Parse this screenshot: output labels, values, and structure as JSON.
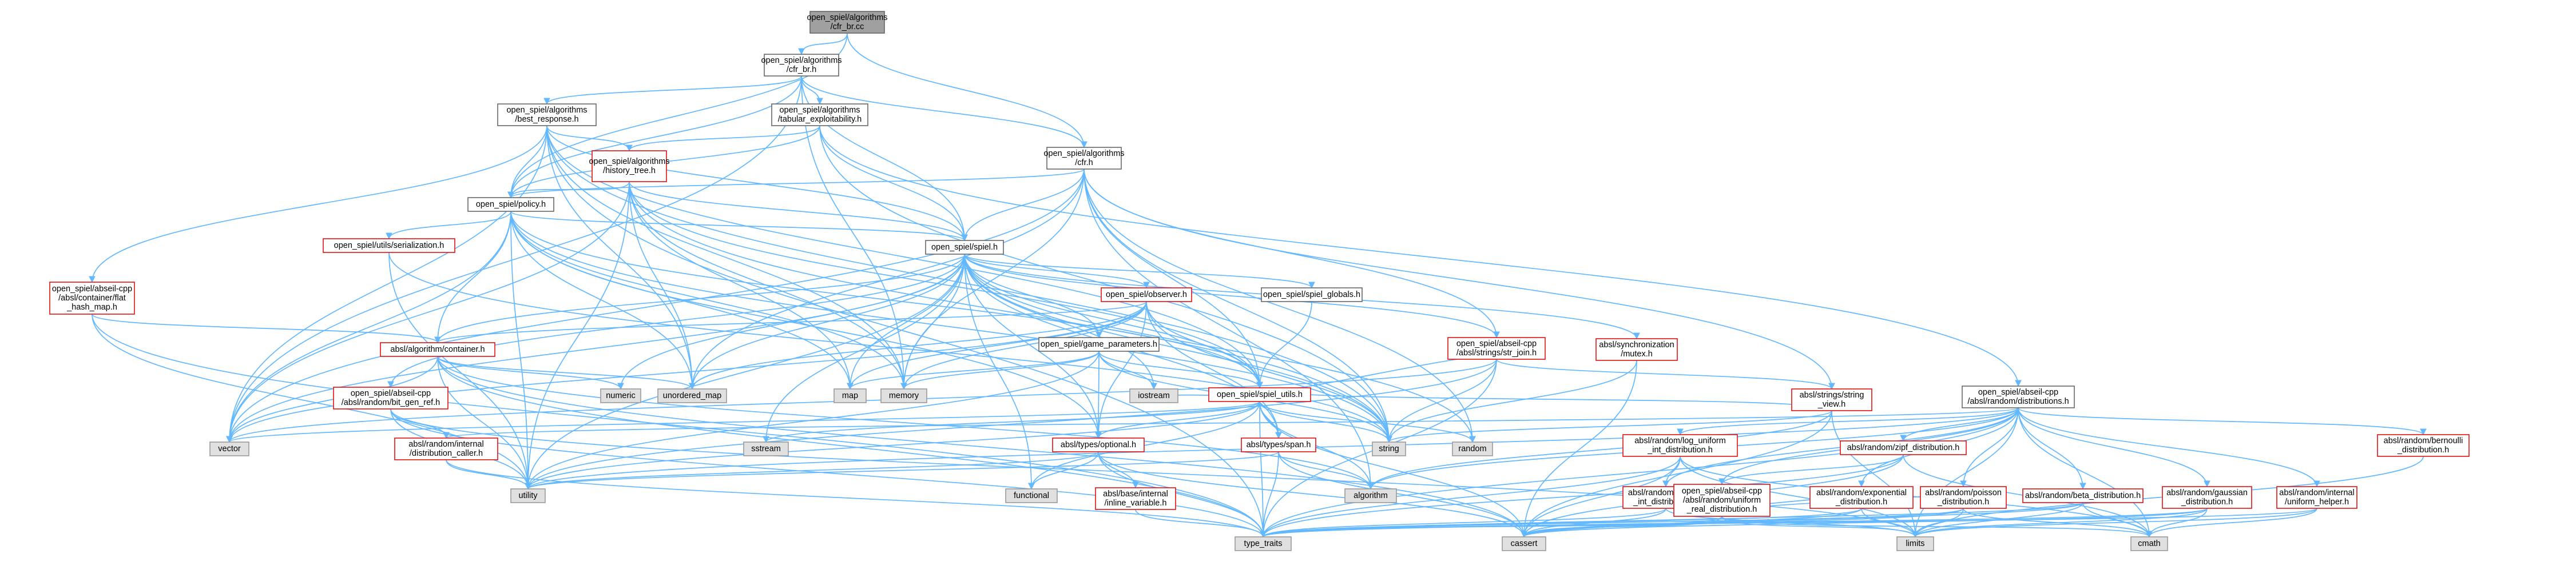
{
  "colors": {
    "edge": "#63b8ff",
    "std_fill": "#e0e0e0",
    "red_border": "#e01010",
    "root_fill": "#a0a0a0"
  },
  "nodes": [
    {
      "id": "root",
      "lines": [
        "open_spiel/algorithms",
        "/cfr_br.cc"
      ],
      "kind": "root"
    },
    {
      "id": "cfr_br_h",
      "lines": [
        "open_spiel/algorithms",
        "/cfr_br.h"
      ],
      "kind": "black"
    },
    {
      "id": "best_response",
      "lines": [
        "open_spiel/algorithms",
        "/best_response.h"
      ],
      "kind": "black"
    },
    {
      "id": "tabular_exploit",
      "lines": [
        "open_spiel/algorithms",
        "/tabular_exploitability.h"
      ],
      "kind": "black"
    },
    {
      "id": "cfr_h",
      "lines": [
        "open_spiel/algorithms",
        "/cfr.h"
      ],
      "kind": "black"
    },
    {
      "id": "history_tree",
      "lines": [
        "open_spiel/algorithms",
        "/history_tree.h"
      ],
      "kind": "red"
    },
    {
      "id": "policy",
      "lines": [
        "open_spiel/policy.h"
      ],
      "kind": "black"
    },
    {
      "id": "spiel_h",
      "lines": [
        "open_spiel/spiel.h"
      ],
      "kind": "black"
    },
    {
      "id": "serialization",
      "lines": [
        "open_spiel/utils/serialization.h"
      ],
      "kind": "red"
    },
    {
      "id": "flat_hash_map",
      "lines": [
        "open_spiel/abseil-cpp",
        "/absl/container/flat",
        "_hash_map.h"
      ],
      "kind": "red"
    },
    {
      "id": "observer",
      "lines": [
        "open_spiel/observer.h"
      ],
      "kind": "red"
    },
    {
      "id": "spiel_globals",
      "lines": [
        "open_spiel/spiel_globals.h"
      ],
      "kind": "black"
    },
    {
      "id": "game_parameters",
      "lines": [
        "open_spiel/game_parameters.h"
      ],
      "kind": "black"
    },
    {
      "id": "algo_container",
      "lines": [
        "absl/algorithm/container.h"
      ],
      "kind": "red"
    },
    {
      "id": "str_join",
      "lines": [
        "open_spiel/abseil-cpp",
        "/absl/strings/str_join.h"
      ],
      "kind": "red"
    },
    {
      "id": "sync_mutex",
      "lines": [
        "absl/synchronization",
        "/mutex.h"
      ],
      "kind": "red"
    },
    {
      "id": "spiel_utils",
      "lines": [
        "open_spiel/spiel_utils.h"
      ],
      "kind": "red"
    },
    {
      "id": "bit_gen_ref",
      "lines": [
        "open_spiel/abseil-cpp",
        "/absl/random/bit_gen_ref.h"
      ],
      "kind": "red"
    },
    {
      "id": "string_view",
      "lines": [
        "absl/strings/string",
        "_view.h"
      ],
      "kind": "red"
    },
    {
      "id": "distributions",
      "lines": [
        "open_spiel/abseil-cpp",
        "/absl/random/distributions.h"
      ],
      "kind": "black"
    },
    {
      "id": "distribution_caller",
      "lines": [
        "absl/random/internal",
        "/distribution_caller.h"
      ],
      "kind": "red"
    },
    {
      "id": "types_optional",
      "lines": [
        "absl/types/optional.h"
      ],
      "kind": "red"
    },
    {
      "id": "types_span",
      "lines": [
        "absl/types/span.h"
      ],
      "kind": "red"
    },
    {
      "id": "inline_variable",
      "lines": [
        "absl/base/internal",
        "/inline_variable.h"
      ],
      "kind": "red"
    },
    {
      "id": "log_uniform",
      "lines": [
        "absl/random/log_uniform",
        "_int_distribution.h"
      ],
      "kind": "red"
    },
    {
      "id": "uniform_int",
      "lines": [
        "absl/random/uniform",
        "_int_distribution.h"
      ],
      "kind": "red"
    },
    {
      "id": "zipf",
      "lines": [
        "absl/random/zipf_distribution.h"
      ],
      "kind": "red"
    },
    {
      "id": "uniform_real",
      "lines": [
        "open_spiel/abseil-cpp",
        "/absl/random/uniform",
        "_real_distribution.h"
      ],
      "kind": "red"
    },
    {
      "id": "exponential",
      "lines": [
        "absl/random/exponential",
        "_distribution.h"
      ],
      "kind": "red"
    },
    {
      "id": "poisson",
      "lines": [
        "absl/random/poisson",
        "_distribution.h"
      ],
      "kind": "red"
    },
    {
      "id": "beta",
      "lines": [
        "absl/random/beta_distribution.h"
      ],
      "kind": "red"
    },
    {
      "id": "gaussian",
      "lines": [
        "absl/random/gaussian",
        "_distribution.h"
      ],
      "kind": "red"
    },
    {
      "id": "uniform_helper",
      "lines": [
        "absl/random/internal",
        "/uniform_helper.h"
      ],
      "kind": "red"
    },
    {
      "id": "bernoulli",
      "lines": [
        "absl/random/bernoulli",
        "_distribution.h"
      ],
      "kind": "red"
    },
    {
      "id": "numeric",
      "lines": [
        "numeric"
      ],
      "kind": "std"
    },
    {
      "id": "unordered_map",
      "lines": [
        "unordered_map"
      ],
      "kind": "std"
    },
    {
      "id": "map",
      "lines": [
        "map"
      ],
      "kind": "std"
    },
    {
      "id": "memory",
      "lines": [
        "memory"
      ],
      "kind": "std"
    },
    {
      "id": "iostream",
      "lines": [
        "iostream"
      ],
      "kind": "std"
    },
    {
      "id": "vector",
      "lines": [
        "vector"
      ],
      "kind": "std"
    },
    {
      "id": "sstream",
      "lines": [
        "sstream"
      ],
      "kind": "std"
    },
    {
      "id": "string",
      "lines": [
        "string"
      ],
      "kind": "std"
    },
    {
      "id": "random",
      "lines": [
        "random"
      ],
      "kind": "std"
    },
    {
      "id": "utility",
      "lines": [
        "utility"
      ],
      "kind": "std"
    },
    {
      "id": "functional",
      "lines": [
        "functional"
      ],
      "kind": "std"
    },
    {
      "id": "algorithm",
      "lines": [
        "algorithm"
      ],
      "kind": "std"
    },
    {
      "id": "type_traits",
      "lines": [
        "type_traits"
      ],
      "kind": "std"
    },
    {
      "id": "cassert",
      "lines": [
        "cassert"
      ],
      "kind": "std"
    },
    {
      "id": "limits",
      "lines": [
        "limits"
      ],
      "kind": "std"
    },
    {
      "id": "cmath",
      "lines": [
        "cmath"
      ],
      "kind": "std"
    }
  ],
  "edges": [
    [
      "root",
      "cfr_br_h"
    ],
    [
      "root",
      "cfr_h"
    ],
    [
      "root",
      "policy"
    ],
    [
      "cfr_br_h",
      "best_response"
    ],
    [
      "cfr_br_h",
      "tabular_exploit"
    ],
    [
      "cfr_br_h",
      "cfr_h"
    ],
    [
      "cfr_br_h",
      "policy"
    ],
    [
      "cfr_br_h",
      "spiel_h"
    ],
    [
      "cfr_br_h",
      "memory"
    ],
    [
      "cfr_br_h",
      "vector"
    ],
    [
      "best_response",
      "history_tree"
    ],
    [
      "best_response",
      "policy"
    ],
    [
      "best_response",
      "spiel_h"
    ],
    [
      "best_response",
      "flat_hash_map"
    ],
    [
      "best_response",
      "vector"
    ],
    [
      "best_response",
      "unordered_map"
    ],
    [
      "best_response",
      "memory"
    ],
    [
      "best_response",
      "spiel_utils"
    ],
    [
      "best_response",
      "string"
    ],
    [
      "best_response",
      "type_traits"
    ],
    [
      "tabular_exploit",
      "history_tree"
    ],
    [
      "tabular_exploit",
      "policy"
    ],
    [
      "tabular_exploit",
      "spiel_h"
    ],
    [
      "tabular_exploit",
      "string"
    ],
    [
      "tabular_exploit",
      "distributions"
    ],
    [
      "cfr_h",
      "policy"
    ],
    [
      "cfr_h",
      "spiel_h"
    ],
    [
      "cfr_h",
      "memory"
    ],
    [
      "cfr_h",
      "unordered_map"
    ],
    [
      "cfr_h",
      "vector"
    ],
    [
      "cfr_h",
      "string_view"
    ],
    [
      "cfr_h",
      "str_join"
    ],
    [
      "cfr_h",
      "spiel_utils"
    ],
    [
      "cfr_h",
      "random"
    ],
    [
      "cfr_h",
      "string"
    ],
    [
      "cfr_h",
      "algorithm"
    ],
    [
      "history_tree",
      "policy"
    ],
    [
      "history_tree",
      "spiel_h"
    ],
    [
      "history_tree",
      "memory"
    ],
    [
      "history_tree",
      "map"
    ],
    [
      "history_tree",
      "unordered_map"
    ],
    [
      "history_tree",
      "vector"
    ],
    [
      "history_tree",
      "string"
    ],
    [
      "history_tree",
      "spiel_utils"
    ],
    [
      "history_tree",
      "utility"
    ],
    [
      "policy",
      "spiel_h"
    ],
    [
      "policy",
      "serialization"
    ],
    [
      "policy",
      "algo_container"
    ],
    [
      "policy",
      "unordered_map"
    ],
    [
      "policy",
      "memory"
    ],
    [
      "policy",
      "map"
    ],
    [
      "policy",
      "vector"
    ],
    [
      "policy",
      "string"
    ],
    [
      "policy",
      "utility"
    ],
    [
      "policy",
      "spiel_utils"
    ],
    [
      "policy",
      "types_optional"
    ],
    [
      "serialization",
      "string"
    ],
    [
      "serialization",
      "utility"
    ],
    [
      "flat_hash_map",
      "algo_container"
    ],
    [
      "flat_hash_map",
      "type_traits"
    ],
    [
      "flat_hash_map",
      "utility"
    ],
    [
      "spiel_h",
      "observer"
    ],
    [
      "spiel_h",
      "spiel_globals"
    ],
    [
      "spiel_h",
      "game_parameters"
    ],
    [
      "spiel_h",
      "spiel_utils"
    ],
    [
      "spiel_h",
      "str_join"
    ],
    [
      "spiel_h",
      "sync_mutex"
    ],
    [
      "spiel_h",
      "types_optional"
    ],
    [
      "spiel_h",
      "types_span"
    ],
    [
      "spiel_h",
      "bit_gen_ref"
    ],
    [
      "spiel_h",
      "algo_container"
    ],
    [
      "spiel_h",
      "numeric"
    ],
    [
      "spiel_h",
      "unordered_map"
    ],
    [
      "spiel_h",
      "map"
    ],
    [
      "spiel_h",
      "memory"
    ],
    [
      "spiel_h",
      "iostream"
    ],
    [
      "spiel_h",
      "vector"
    ],
    [
      "spiel_h",
      "sstream"
    ],
    [
      "spiel_h",
      "string"
    ],
    [
      "spiel_h",
      "random"
    ],
    [
      "spiel_h",
      "utility"
    ],
    [
      "spiel_h",
      "functional"
    ],
    [
      "spiel_h",
      "cstdint"
    ],
    [
      "observer",
      "game_parameters"
    ],
    [
      "observer",
      "spiel_utils"
    ],
    [
      "observer",
      "types_optional"
    ],
    [
      "observer",
      "types_span"
    ],
    [
      "observer",
      "algo_container"
    ],
    [
      "observer",
      "unordered_map"
    ],
    [
      "observer",
      "map"
    ],
    [
      "observer",
      "memory"
    ],
    [
      "observer",
      "string"
    ],
    [
      "observer",
      "vector"
    ],
    [
      "spiel_globals",
      "spiel_utils"
    ],
    [
      "game_parameters",
      "spiel_utils"
    ],
    [
      "game_parameters",
      "map"
    ],
    [
      "game_parameters",
      "memory"
    ],
    [
      "game_parameters",
      "iostream"
    ],
    [
      "game_parameters",
      "string"
    ],
    [
      "game_parameters",
      "types_optional"
    ],
    [
      "game_parameters",
      "utility"
    ],
    [
      "algo_container",
      "algorithm"
    ],
    [
      "algo_container",
      "cassert"
    ],
    [
      "algo_container",
      "type_traits"
    ],
    [
      "algo_container",
      "utility"
    ],
    [
      "algo_container",
      "numeric"
    ],
    [
      "algo_container",
      "unordered_map"
    ],
    [
      "algo_container",
      "vector"
    ],
    [
      "algo_container",
      "iterator"
    ],
    [
      "str_join",
      "string"
    ],
    [
      "str_join",
      "type_traits"
    ],
    [
      "str_join",
      "string_view"
    ],
    [
      "str_join",
      "utility"
    ],
    [
      "str_join",
      "vector"
    ],
    [
      "sync_mutex",
      "string"
    ],
    [
      "sync_mutex",
      "cassert"
    ],
    [
      "spiel_utils",
      "types_optional"
    ],
    [
      "spiel_utils",
      "types_span"
    ],
    [
      "spiel_utils",
      "string_view"
    ],
    [
      "spiel_utils",
      "str_join"
    ],
    [
      "spiel_utils",
      "vector"
    ],
    [
      "spiel_utils",
      "sstream"
    ],
    [
      "spiel_utils",
      "string"
    ],
    [
      "spiel_utils",
      "random"
    ],
    [
      "spiel_utils",
      "algorithm"
    ],
    [
      "spiel_utils",
      "utility"
    ],
    [
      "spiel_utils",
      "cassert"
    ],
    [
      "spiel_utils",
      "type_traits"
    ],
    [
      "spiel_utils",
      "functional"
    ],
    [
      "spiel_utils",
      "iostream"
    ],
    [
      "bit_gen_ref",
      "distribution_caller"
    ],
    [
      "bit_gen_ref",
      "type_traits"
    ],
    [
      "bit_gen_ref",
      "utility"
    ],
    [
      "bit_gen_ref",
      "limits"
    ],
    [
      "string_view",
      "string"
    ],
    [
      "string_view",
      "algorithm"
    ],
    [
      "string_view",
      "cassert"
    ],
    [
      "string_view",
      "limits"
    ],
    [
      "distributions",
      "uniform_helper"
    ],
    [
      "distributions",
      "distribution_caller"
    ],
    [
      "distributions",
      "bernoulli"
    ],
    [
      "distributions",
      "beta"
    ],
    [
      "distributions",
      "exponential"
    ],
    [
      "distributions",
      "gaussian"
    ],
    [
      "distributions",
      "log_uniform"
    ],
    [
      "distributions",
      "poisson"
    ],
    [
      "distributions",
      "uniform_int"
    ],
    [
      "distributions",
      "uniform_real"
    ],
    [
      "distributions",
      "zipf"
    ],
    [
      "distributions",
      "algorithm"
    ],
    [
      "distributions",
      "cmath"
    ],
    [
      "distributions",
      "limits"
    ],
    [
      "distributions",
      "type_traits"
    ],
    [
      "distributions",
      "utility"
    ],
    [
      "distribution_caller",
      "utility"
    ],
    [
      "distribution_caller",
      "type_traits"
    ],
    [
      "types_optional",
      "inline_variable"
    ],
    [
      "types_optional",
      "functional"
    ],
    [
      "types_optional",
      "type_traits"
    ],
    [
      "types_optional",
      "utility"
    ],
    [
      "types_optional",
      "cassert"
    ],
    [
      "types_span",
      "algorithm"
    ],
    [
      "types_span",
      "cassert"
    ],
    [
      "types_span",
      "type_traits"
    ],
    [
      "types_span",
      "utility"
    ],
    [
      "inline_variable",
      "type_traits"
    ],
    [
      "log_uniform",
      "uniform_int"
    ],
    [
      "log_uniform",
      "cassert"
    ],
    [
      "log_uniform",
      "cmath"
    ],
    [
      "log_uniform",
      "limits"
    ],
    [
      "log_uniform",
      "type_traits"
    ],
    [
      "uniform_int",
      "cassert"
    ],
    [
      "uniform_int",
      "limits"
    ],
    [
      "uniform_int",
      "type_traits"
    ],
    [
      "zipf",
      "uniform_real"
    ],
    [
      "zipf",
      "cassert"
    ],
    [
      "zipf",
      "cmath"
    ],
    [
      "zipf",
      "type_traits"
    ],
    [
      "uniform_real",
      "cmath"
    ],
    [
      "uniform_real",
      "limits"
    ],
    [
      "uniform_real",
      "type_traits"
    ],
    [
      "uniform_real",
      "cassert"
    ],
    [
      "exponential",
      "uniform_real"
    ],
    [
      "exponential",
      "cassert"
    ],
    [
      "exponential",
      "limits"
    ],
    [
      "exponential",
      "type_traits"
    ],
    [
      "poisson",
      "uniform_real"
    ],
    [
      "poisson",
      "cassert"
    ],
    [
      "poisson",
      "cmath"
    ],
    [
      "poisson",
      "limits"
    ],
    [
      "poisson",
      "type_traits"
    ],
    [
      "beta",
      "cassert"
    ],
    [
      "beta",
      "cmath"
    ],
    [
      "beta",
      "limits"
    ],
    [
      "beta",
      "type_traits"
    ],
    [
      "gaussian",
      "cmath"
    ],
    [
      "gaussian",
      "cassert"
    ],
    [
      "gaussian",
      "limits"
    ],
    [
      "gaussian",
      "type_traits"
    ],
    [
      "uniform_helper",
      "cmath"
    ],
    [
      "uniform_helper",
      "limits"
    ],
    [
      "uniform_helper",
      "type_traits"
    ],
    [
      "bernoulli",
      "limits"
    ]
  ]
}
